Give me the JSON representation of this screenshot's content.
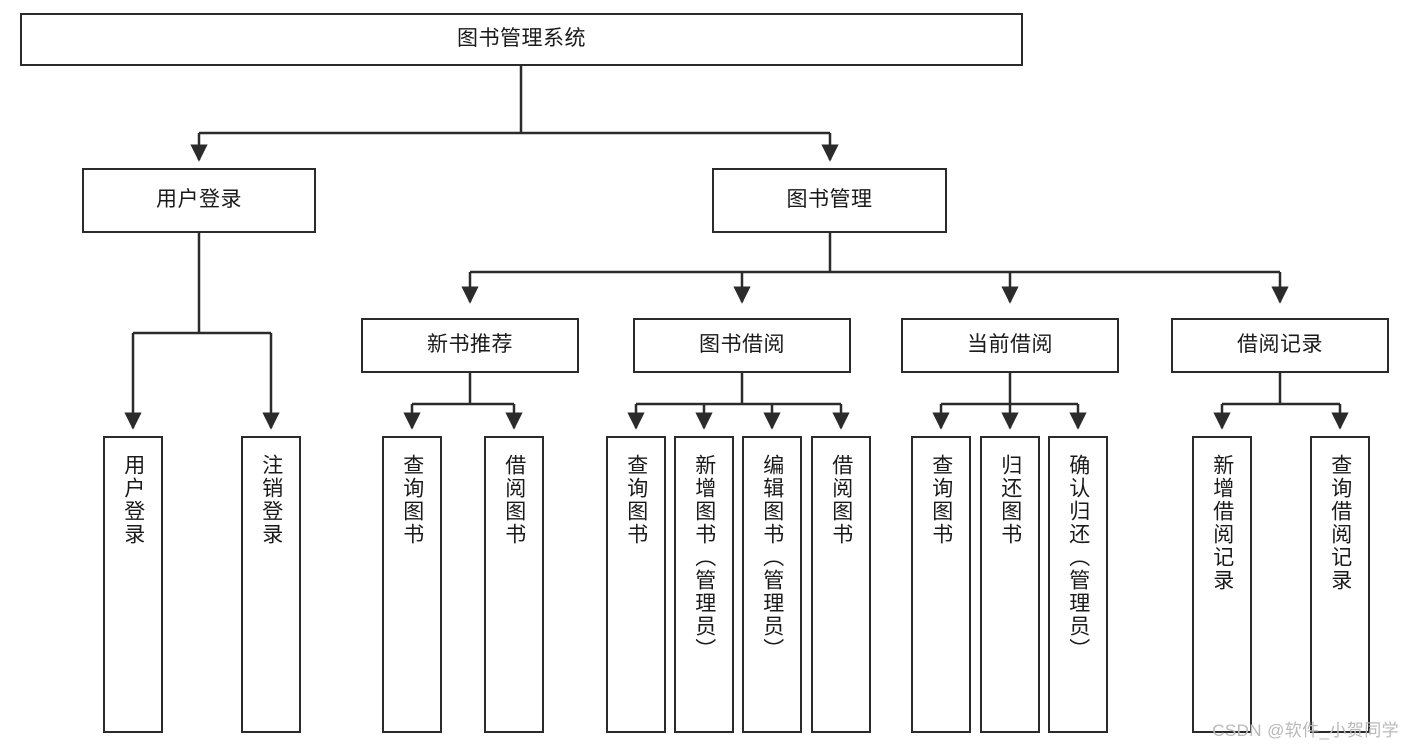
{
  "diagram": {
    "title_node": {
      "label": "图书管理系统"
    },
    "level2": [
      {
        "id": "user-login",
        "label": "用户登录"
      },
      {
        "id": "book-manage",
        "label": "图书管理"
      }
    ],
    "level3": [
      {
        "id": "new-book-recommend",
        "label": "新书推荐"
      },
      {
        "id": "book-borrow",
        "label": "图书借阅"
      },
      {
        "id": "current-borrow",
        "label": "当前借阅"
      },
      {
        "id": "borrow-record",
        "label": "借阅记录"
      }
    ],
    "leaves": {
      "user_login": [
        {
          "id": "leaf-user-login",
          "label": "用户登录"
        },
        {
          "id": "leaf-logout-login",
          "label": "注销登录"
        }
      ],
      "new_book_recommend": [
        {
          "id": "leaf-query-book-1",
          "label": "查询图书"
        },
        {
          "id": "leaf-borrow-book-1",
          "label": "借阅图书"
        }
      ],
      "book_borrow": [
        {
          "id": "leaf-query-book-2",
          "label": "查询图书"
        },
        {
          "id": "leaf-add-book",
          "label": "新增图书（管理员）"
        },
        {
          "id": "leaf-edit-book",
          "label": "编辑图书（管理员）"
        },
        {
          "id": "leaf-borrow-book-2",
          "label": "借阅图书"
        }
      ],
      "current_borrow": [
        {
          "id": "leaf-query-book-3",
          "label": "查询图书"
        },
        {
          "id": "leaf-return-book",
          "label": "归还图书"
        },
        {
          "id": "leaf-confirm-return",
          "label": "确认归还（管理员）"
        }
      ],
      "borrow_record": [
        {
          "id": "leaf-add-record",
          "label": "新增借阅记录"
        },
        {
          "id": "leaf-query-record",
          "label": "查询借阅记录"
        }
      ]
    }
  },
  "watermark": {
    "text": "CSDN @软件_小贺同学"
  },
  "colors": {
    "stroke": "#2b2b2b",
    "box_fill": "#ffffff",
    "text": "#1a1a1a",
    "watermark": "#b9b9b9",
    "background": "#ffffff"
  }
}
